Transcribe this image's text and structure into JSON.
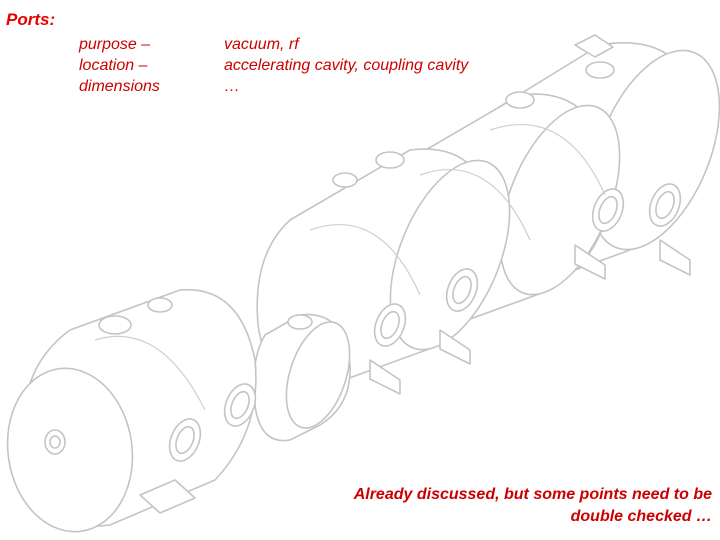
{
  "slide": {
    "title": "Ports:",
    "purpose_list": [
      "purpose –",
      "location –",
      "dimensions"
    ],
    "values_list": [
      "vacuum, rf",
      "accelerating cavity, coupling cavity",
      "…"
    ],
    "footnote_lines": [
      "Already discussed, but some points need to be",
      "double checked …"
    ]
  },
  "colors": {
    "text": "#e60000",
    "drawing_line": "#bdbdbd",
    "background": "#ffffff"
  },
  "illustration": {
    "subject": "accelerator-cavity-assembly-line-drawing"
  }
}
